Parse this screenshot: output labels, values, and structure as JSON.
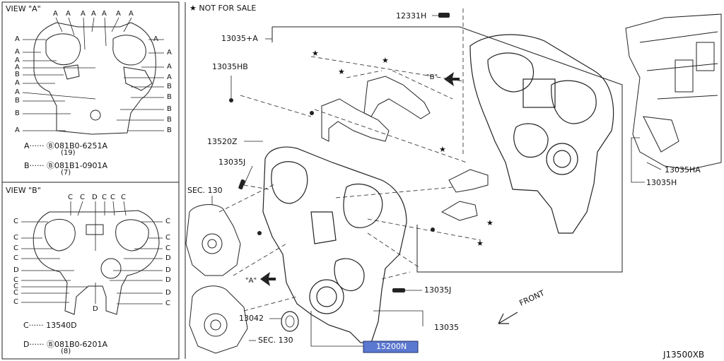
{
  "diagram": {
    "code": "J13500XB",
    "legend_not_for_sale": "★ NOT FOR SALE",
    "front_label": "FRONT",
    "view_a": {
      "title": "VIEW \"A\"",
      "top_letters": [
        "A",
        "A",
        "A",
        "A",
        "A",
        "A",
        "A"
      ],
      "left_letters": [
        "A",
        "A",
        "A",
        "A",
        "B",
        "A",
        "A",
        "B",
        "B",
        "A"
      ],
      "right_letters": [
        "A",
        "A",
        "A",
        "A",
        "B",
        "B",
        "B",
        "B",
        "B"
      ],
      "key_a": "A······ Ⓑ081B0-6251A",
      "key_a_qty": "(19)",
      "key_b": "B······ Ⓑ081B1-0901A",
      "key_b_qty": "(7)"
    },
    "view_b": {
      "title": "VIEW \"B\"",
      "top_letters": [
        "C",
        "C",
        "D",
        "C",
        "C",
        "C"
      ],
      "left_letters": [
        "C",
        "C",
        "C",
        "C",
        "D",
        "C",
        "C",
        "C",
        "C"
      ],
      "right_letters": [
        "C",
        "C",
        "C",
        "D",
        "D",
        "D",
        "D",
        "C"
      ],
      "bottom_letter": "D",
      "key_c": "C······ 13540D",
      "key_d": "D······ Ⓑ081B0-6201A",
      "key_d_qty": "(8)"
    },
    "labels": {
      "p12331h": "12331H",
      "p13035a": "13035+A",
      "p13035hb": "13035HB",
      "p13520z": "13520Z",
      "p13035j_top": "13035J",
      "sec130_top": "SEC. 130",
      "p13035j_bot": "13035J",
      "p13042": "13042",
      "sec130_bot": "SEC. 130",
      "p13035": "13035",
      "p15200n": "15200N",
      "p13035ha": "13035HA",
      "p13035h": "13035H",
      "view_a_arrow": "\"A\"",
      "view_b_arrow": "\"B\""
    },
    "star": "★"
  }
}
